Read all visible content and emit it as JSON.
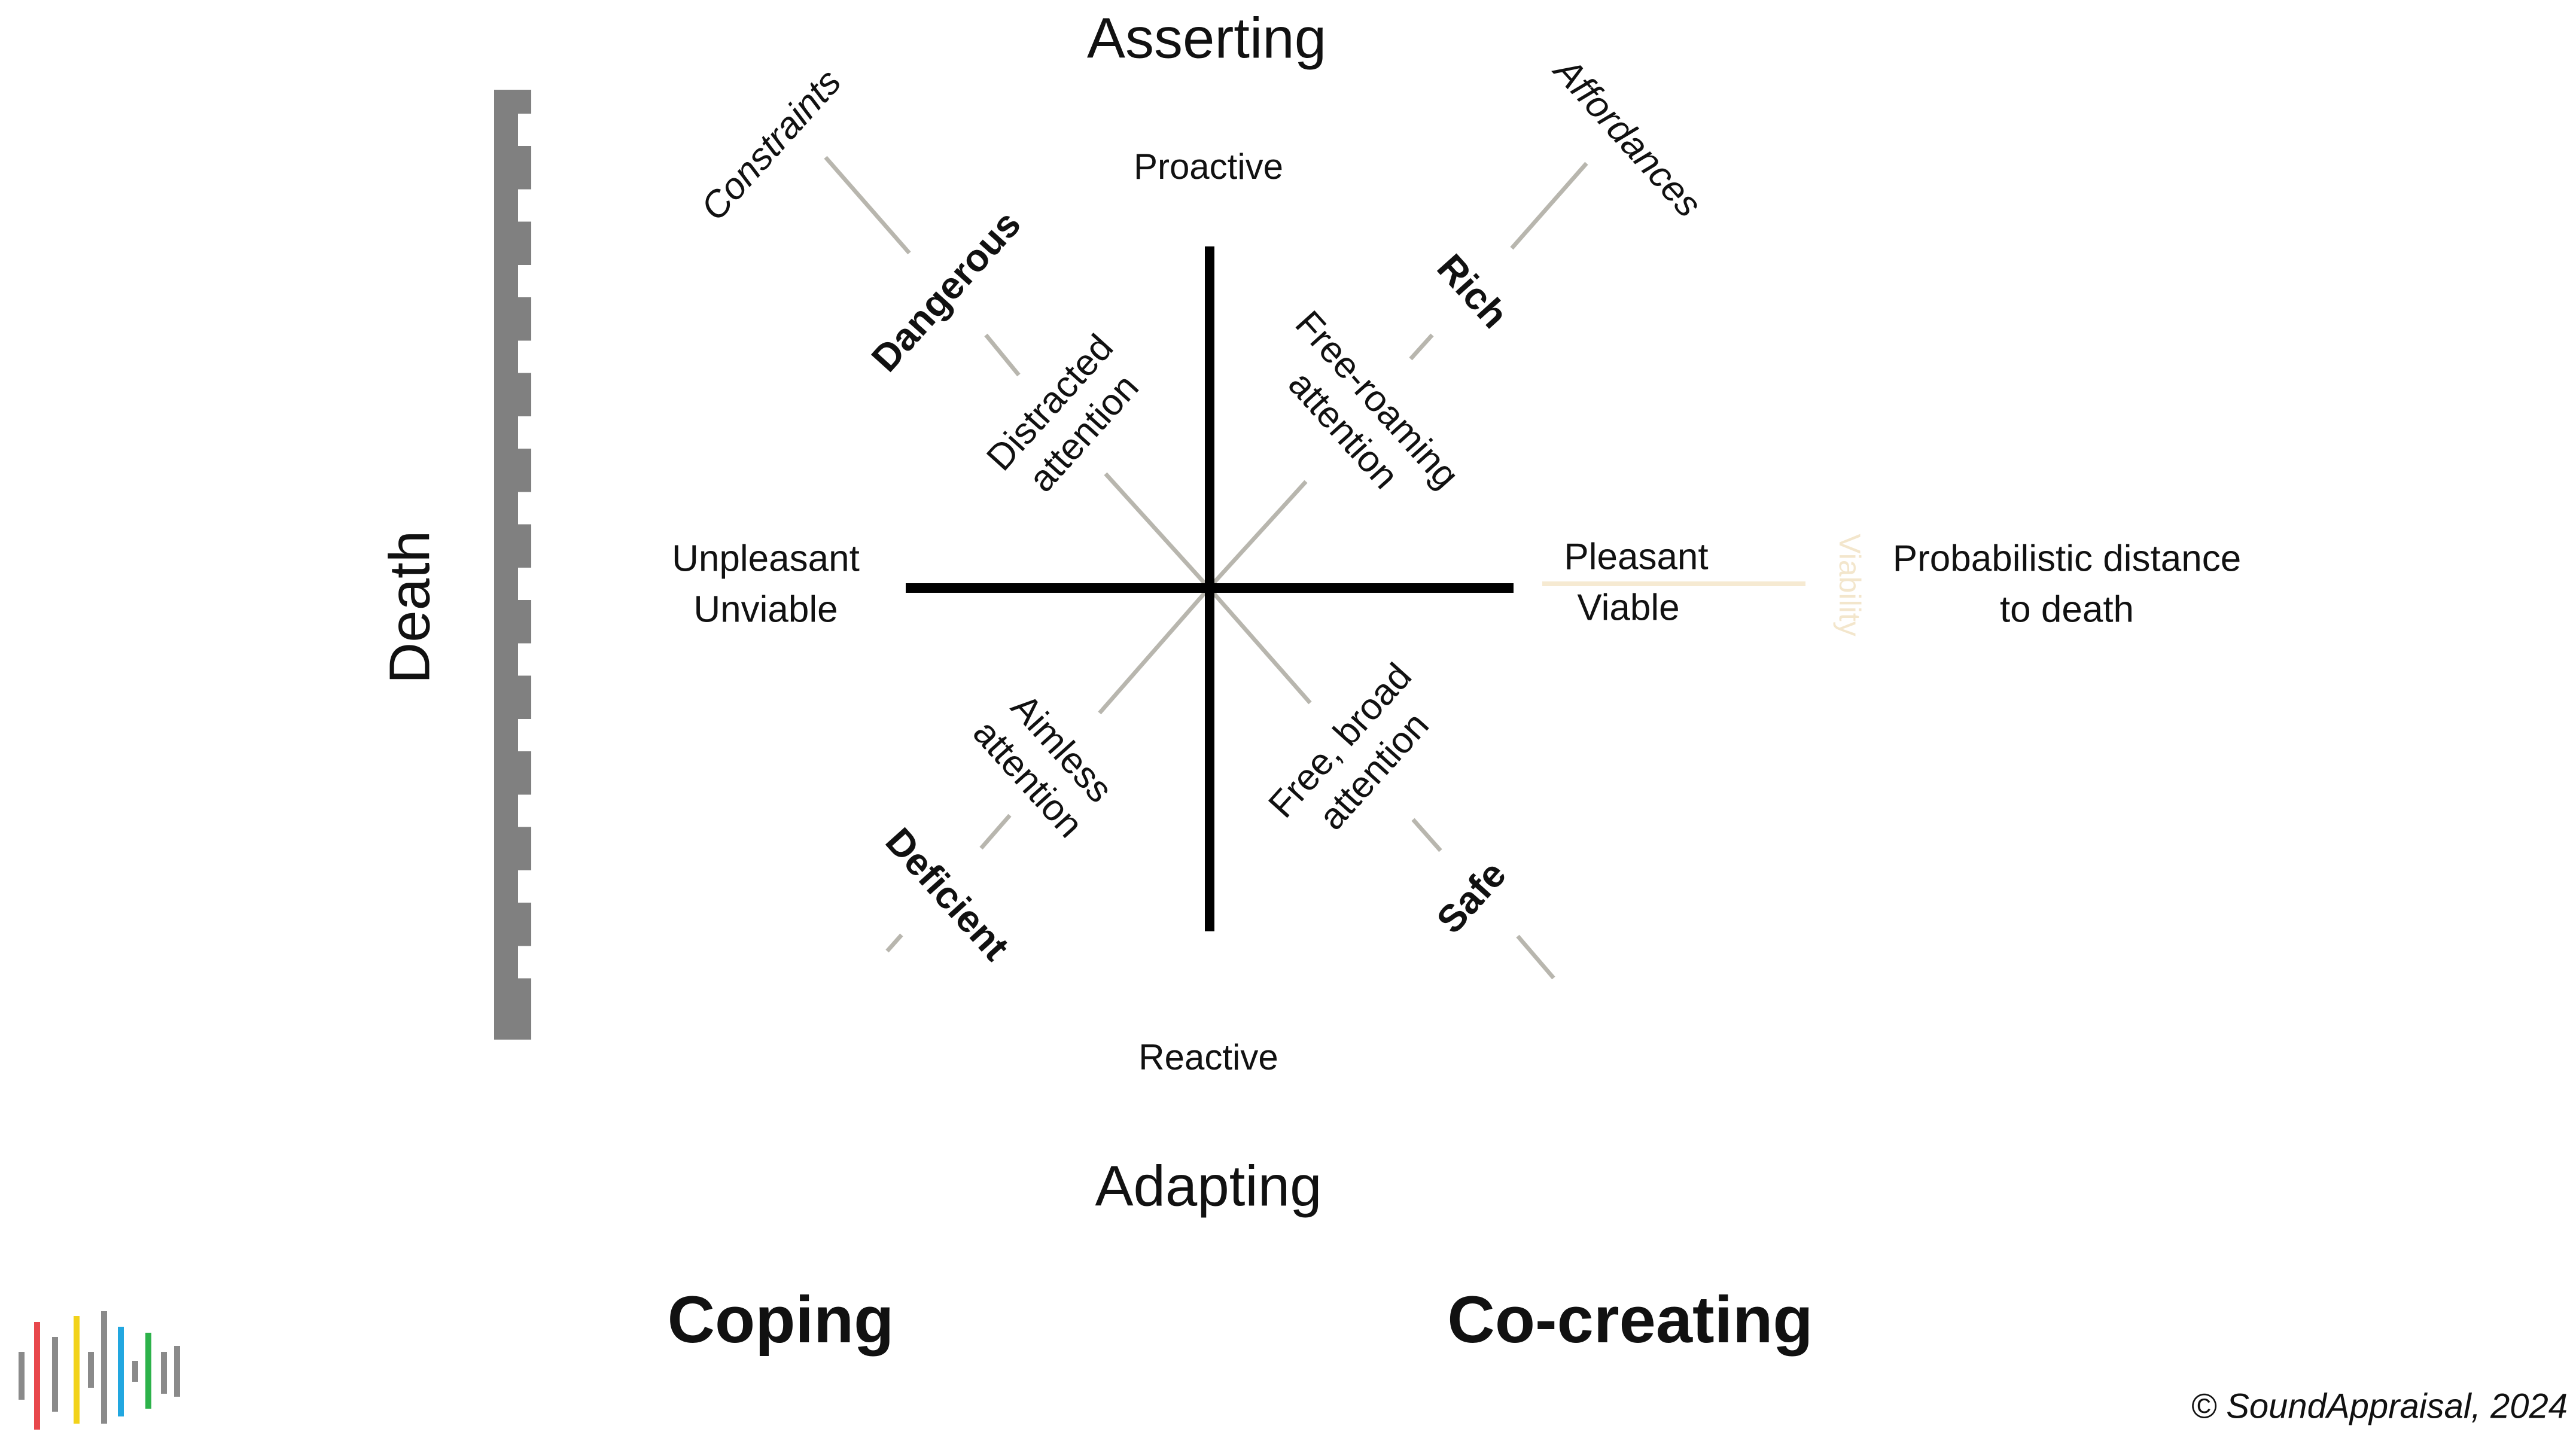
{
  "axes": {
    "top_outer": "Asserting",
    "bottom_outer": "Adapting",
    "top_inner": "Proactive",
    "bottom_inner": "Reactive",
    "left_line1": "Unpleasant",
    "left_line2": "Unviable",
    "right_line1": "Pleasant",
    "right_line2": "Viable"
  },
  "quadrants": {
    "upper_left": {
      "outer": "Constraints",
      "state": "Dangerous",
      "attention_line1": "Distracted",
      "attention_line2": "attention"
    },
    "upper_right": {
      "outer": "Affordances",
      "state": "Rich",
      "attention_line1": "Free-roaming",
      "attention_line2": "attention"
    },
    "lower_left": {
      "state": "Deficient",
      "attention_line1": "Aimless",
      "attention_line2": "attention"
    },
    "lower_right": {
      "state": "Safe",
      "attention_line1": "Free, broad",
      "attention_line2": "attention"
    }
  },
  "viability": {
    "label": "Viability",
    "distance_line1": "Probabilistic distance",
    "distance_line2": "to death"
  },
  "death_label": "Death",
  "bottom": {
    "left": "Coping",
    "right": "Co-creating"
  },
  "copyright": "© SoundAppraisal, 2024",
  "logo": {
    "name": "SoundAppraisal logo",
    "bar_colors": [
      "#e8474c",
      "#8a8a8a",
      "#f2d21a",
      "#8a8a8a",
      "#22a7e0",
      "#8a8a8a",
      "#2db24a",
      "#8a8a8a"
    ]
  },
  "colors": {
    "axis": "#000000",
    "diagonal": "#b8b6ae",
    "ruler": "#808080",
    "viability": "#f6ead2",
    "text": "#111111"
  }
}
